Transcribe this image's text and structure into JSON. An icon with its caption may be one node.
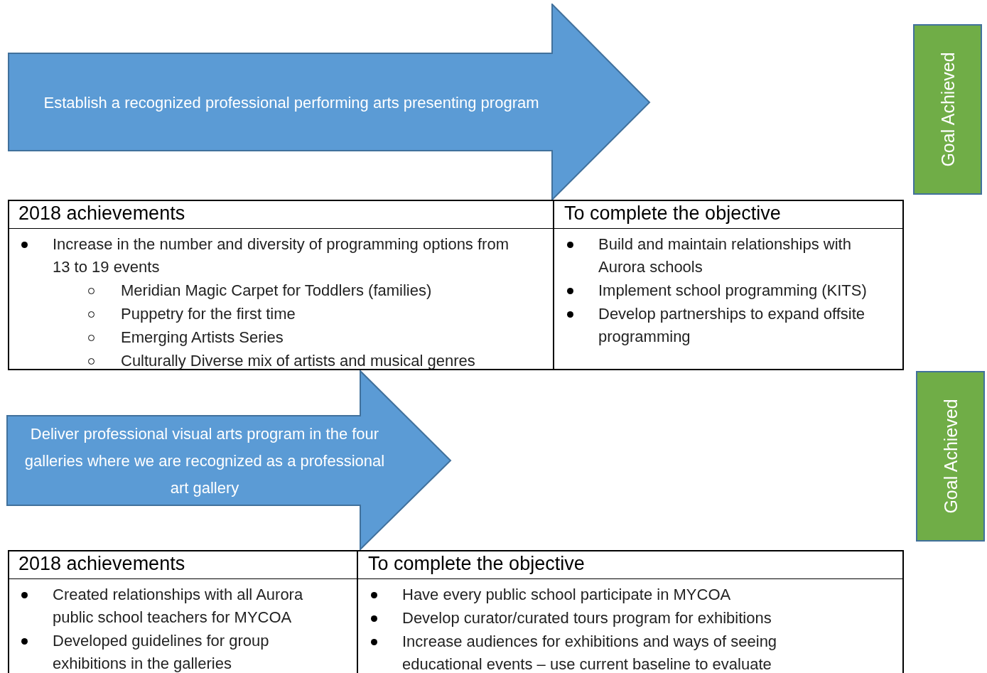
{
  "diagram": {
    "nodes": [
      {
        "text": [
          "Establish a recognized professional performing arts presenting program"
        ]
      },
      {
        "text": [
          "Goal Achieved"
        ]
      },
      {
        "text": [
          "Deliver professional visual arts program in the four galleries where we are recognized as a professional art gallery"
        ]
      },
      {
        "text": [
          "Goal Achieved"
        ]
      }
    ],
    "edges": [],
    "labels": [
      "2018 achievements",
      "To complete the objective",
      "Increase in the number and diversity of programming options from 13 to 19 events",
      "Meridian Magic Carpet for Toddlers (families)",
      "Puppetry for the first time",
      "Emerging Artists Series",
      "Culturally Diverse mix of artists and musical genres",
      "Build and maintain relationships with Aurora schools",
      "Implement school programming (KITS)",
      "Develop partnerships to expand offsite programming",
      "2018 achievements",
      "To complete the objective",
      "Created relationships with all Aurora public school teachers for MYCOA",
      "Developed guidelines for group exhibitions in the galleries",
      "Have every public school participate in MYCOA",
      "Develop curator/curated tours program for exhibitions",
      "Increase audiences for exhibitions and ways of seeing educational events – use current baseline to evaluate"
    ]
  }
}
